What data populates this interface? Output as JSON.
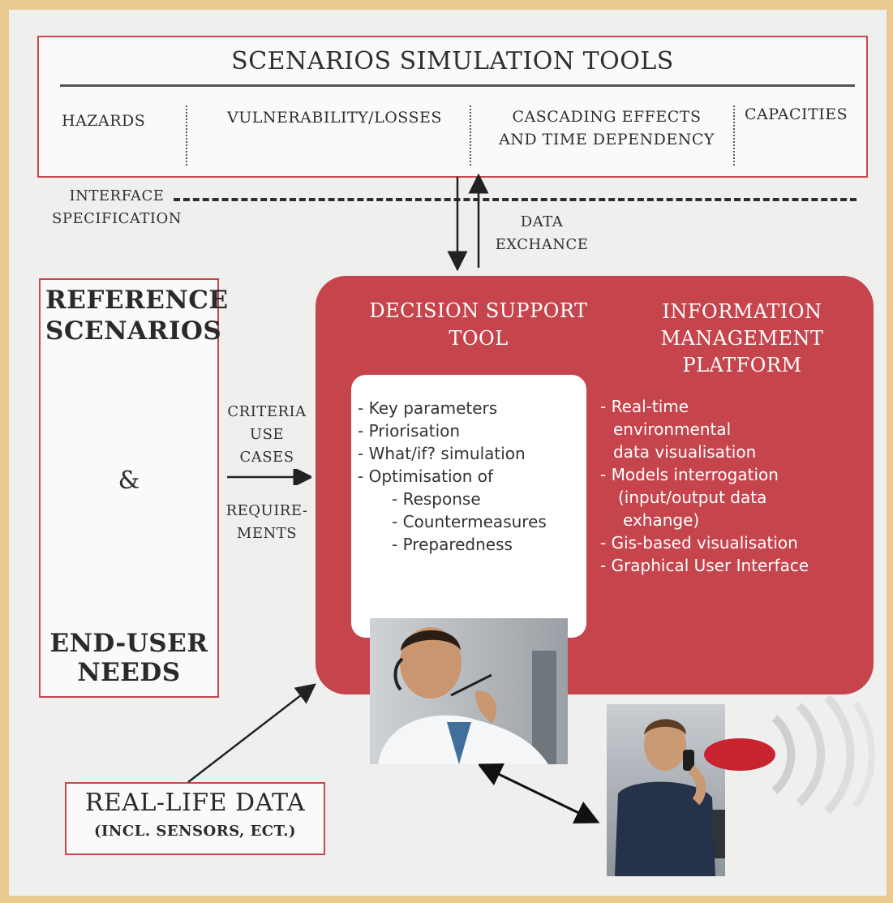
{
  "colors": {
    "accent_red": "#c7474d",
    "frame": "#e9c98f",
    "background": "#efefee"
  },
  "sim_tools": {
    "title": "SCENARIOS SIMULATION TOOLS",
    "cols": [
      "HAZARDS",
      "VULNERABILITY/LOSSES",
      "CASCADING EFFECTS\nAND TIME DEPENDENCY",
      "CAPACITIES"
    ]
  },
  "interface": {
    "label": "INTERFACE\nSPECIFICATION"
  },
  "data_exchange": {
    "label": "DATA\nEXCHANCE"
  },
  "reference": {
    "title": "REFERENCE\nSCENARIOS",
    "amp": "&",
    "end_user": "END-USER\nNEEDS"
  },
  "criteria": {
    "top": "CRITERIA\nUSE\nCASES",
    "bottom": "REQUIRE-\nMENTS"
  },
  "dst": {
    "title": "DECISION SUPPORT\nTOOL",
    "items": [
      "- Key parameters",
      "- Priorisation",
      "- What/if? simulation",
      "- Optimisation of",
      "- Response",
      "- Countermeasures",
      "- Preparedness"
    ]
  },
  "imp": {
    "title": "INFORMATION\nMANAGEMENT\nPLATFORM",
    "items": [
      "- Real-time",
      "environmental",
      "data visualisation",
      "- Models interrogation",
      "(input/output data",
      "exhange)",
      "- Gis-based visualisation",
      "- Graphical User Interface"
    ]
  },
  "real_life": {
    "title": "REAL-LIFE DATA",
    "subtitle": "(INCL. SENSORS, ECT.)"
  }
}
